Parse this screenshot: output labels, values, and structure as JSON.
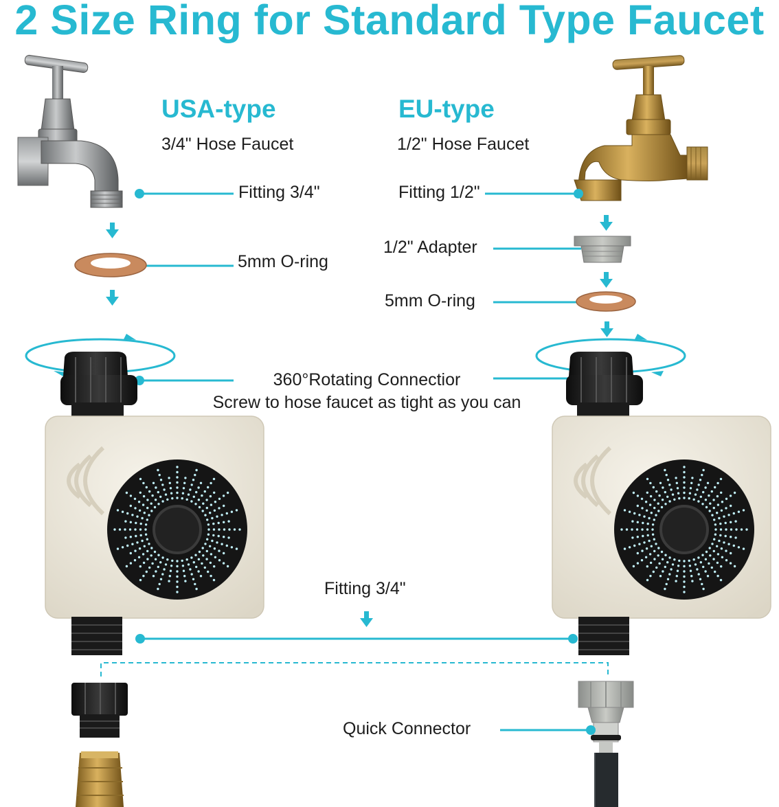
{
  "title": "2 Size Ring for Standard Type Faucet",
  "usa": {
    "heading": "USA-type",
    "subtitle": "3/4\" Hose Faucet",
    "fitting_label": "Fitting 3/4\"",
    "oring_label": "5mm O-ring"
  },
  "eu": {
    "heading": "EU-type",
    "subtitle": "1/2\" Hose Faucet",
    "fitting_label": "Fitting 1/2\"",
    "adapter_label": "1/2\" Adapter",
    "oring_label": "5mm O-ring"
  },
  "connector": {
    "line1": "360°Rotating Connectior",
    "line2": "Screw to hose faucet as tight as you can"
  },
  "bottom_fitting_label": "Fitting 3/4\"",
  "quick_connector_label": "Quick Connector",
  "colors": {
    "accent": "#27b9d1",
    "device_body": "#ede8dc",
    "dial": "#151515",
    "brass": "#c49a44",
    "oring": "#c98a5e"
  }
}
